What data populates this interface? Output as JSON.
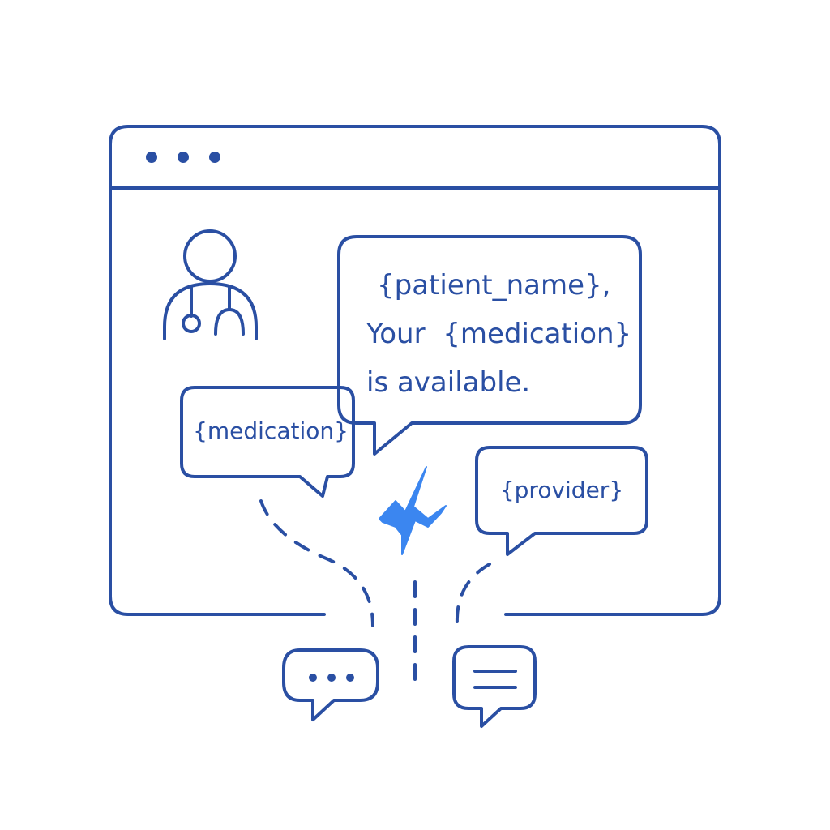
{
  "colors": {
    "outline": "#2a4fa3",
    "accent": "#3b86f0",
    "background": "#ffffff"
  },
  "window": {
    "controls": [
      "dot",
      "dot",
      "dot"
    ]
  },
  "main_bubble": {
    "lines": [
      "{patient_name},",
      "Your  {medication}",
      "is available."
    ]
  },
  "left_bubble": {
    "text": "{medication}"
  },
  "right_bubble": {
    "text": "{provider}"
  },
  "icons": {
    "doctor": "doctor-with-stethoscope-icon",
    "lightning": "lightning-icon",
    "typing_chat": "chat-typing-icon",
    "text_chat": "chat-message-icon"
  }
}
